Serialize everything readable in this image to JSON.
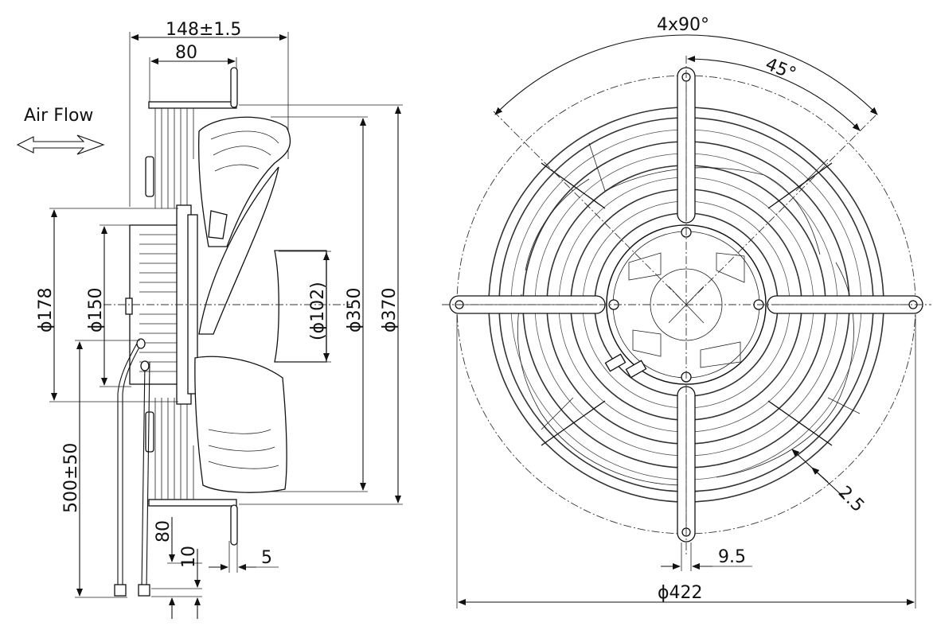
{
  "labels": {
    "air_flow": "Air Flow",
    "width_total": "148±1.5",
    "width_front": "80",
    "dia_178": "ϕ178",
    "dia_150": "ϕ150",
    "dia_102": "(ϕ102)",
    "dia_350": "ϕ350",
    "dia_370": "ϕ370",
    "cable_length": "500±50",
    "cable_80": "80",
    "cable_10": "10",
    "flange_5": "5",
    "angle_4x90": "4x90°",
    "angle_45": "45°",
    "wire_25": "2.5",
    "slot_95": "9.5",
    "dia_422": "ϕ422"
  }
}
